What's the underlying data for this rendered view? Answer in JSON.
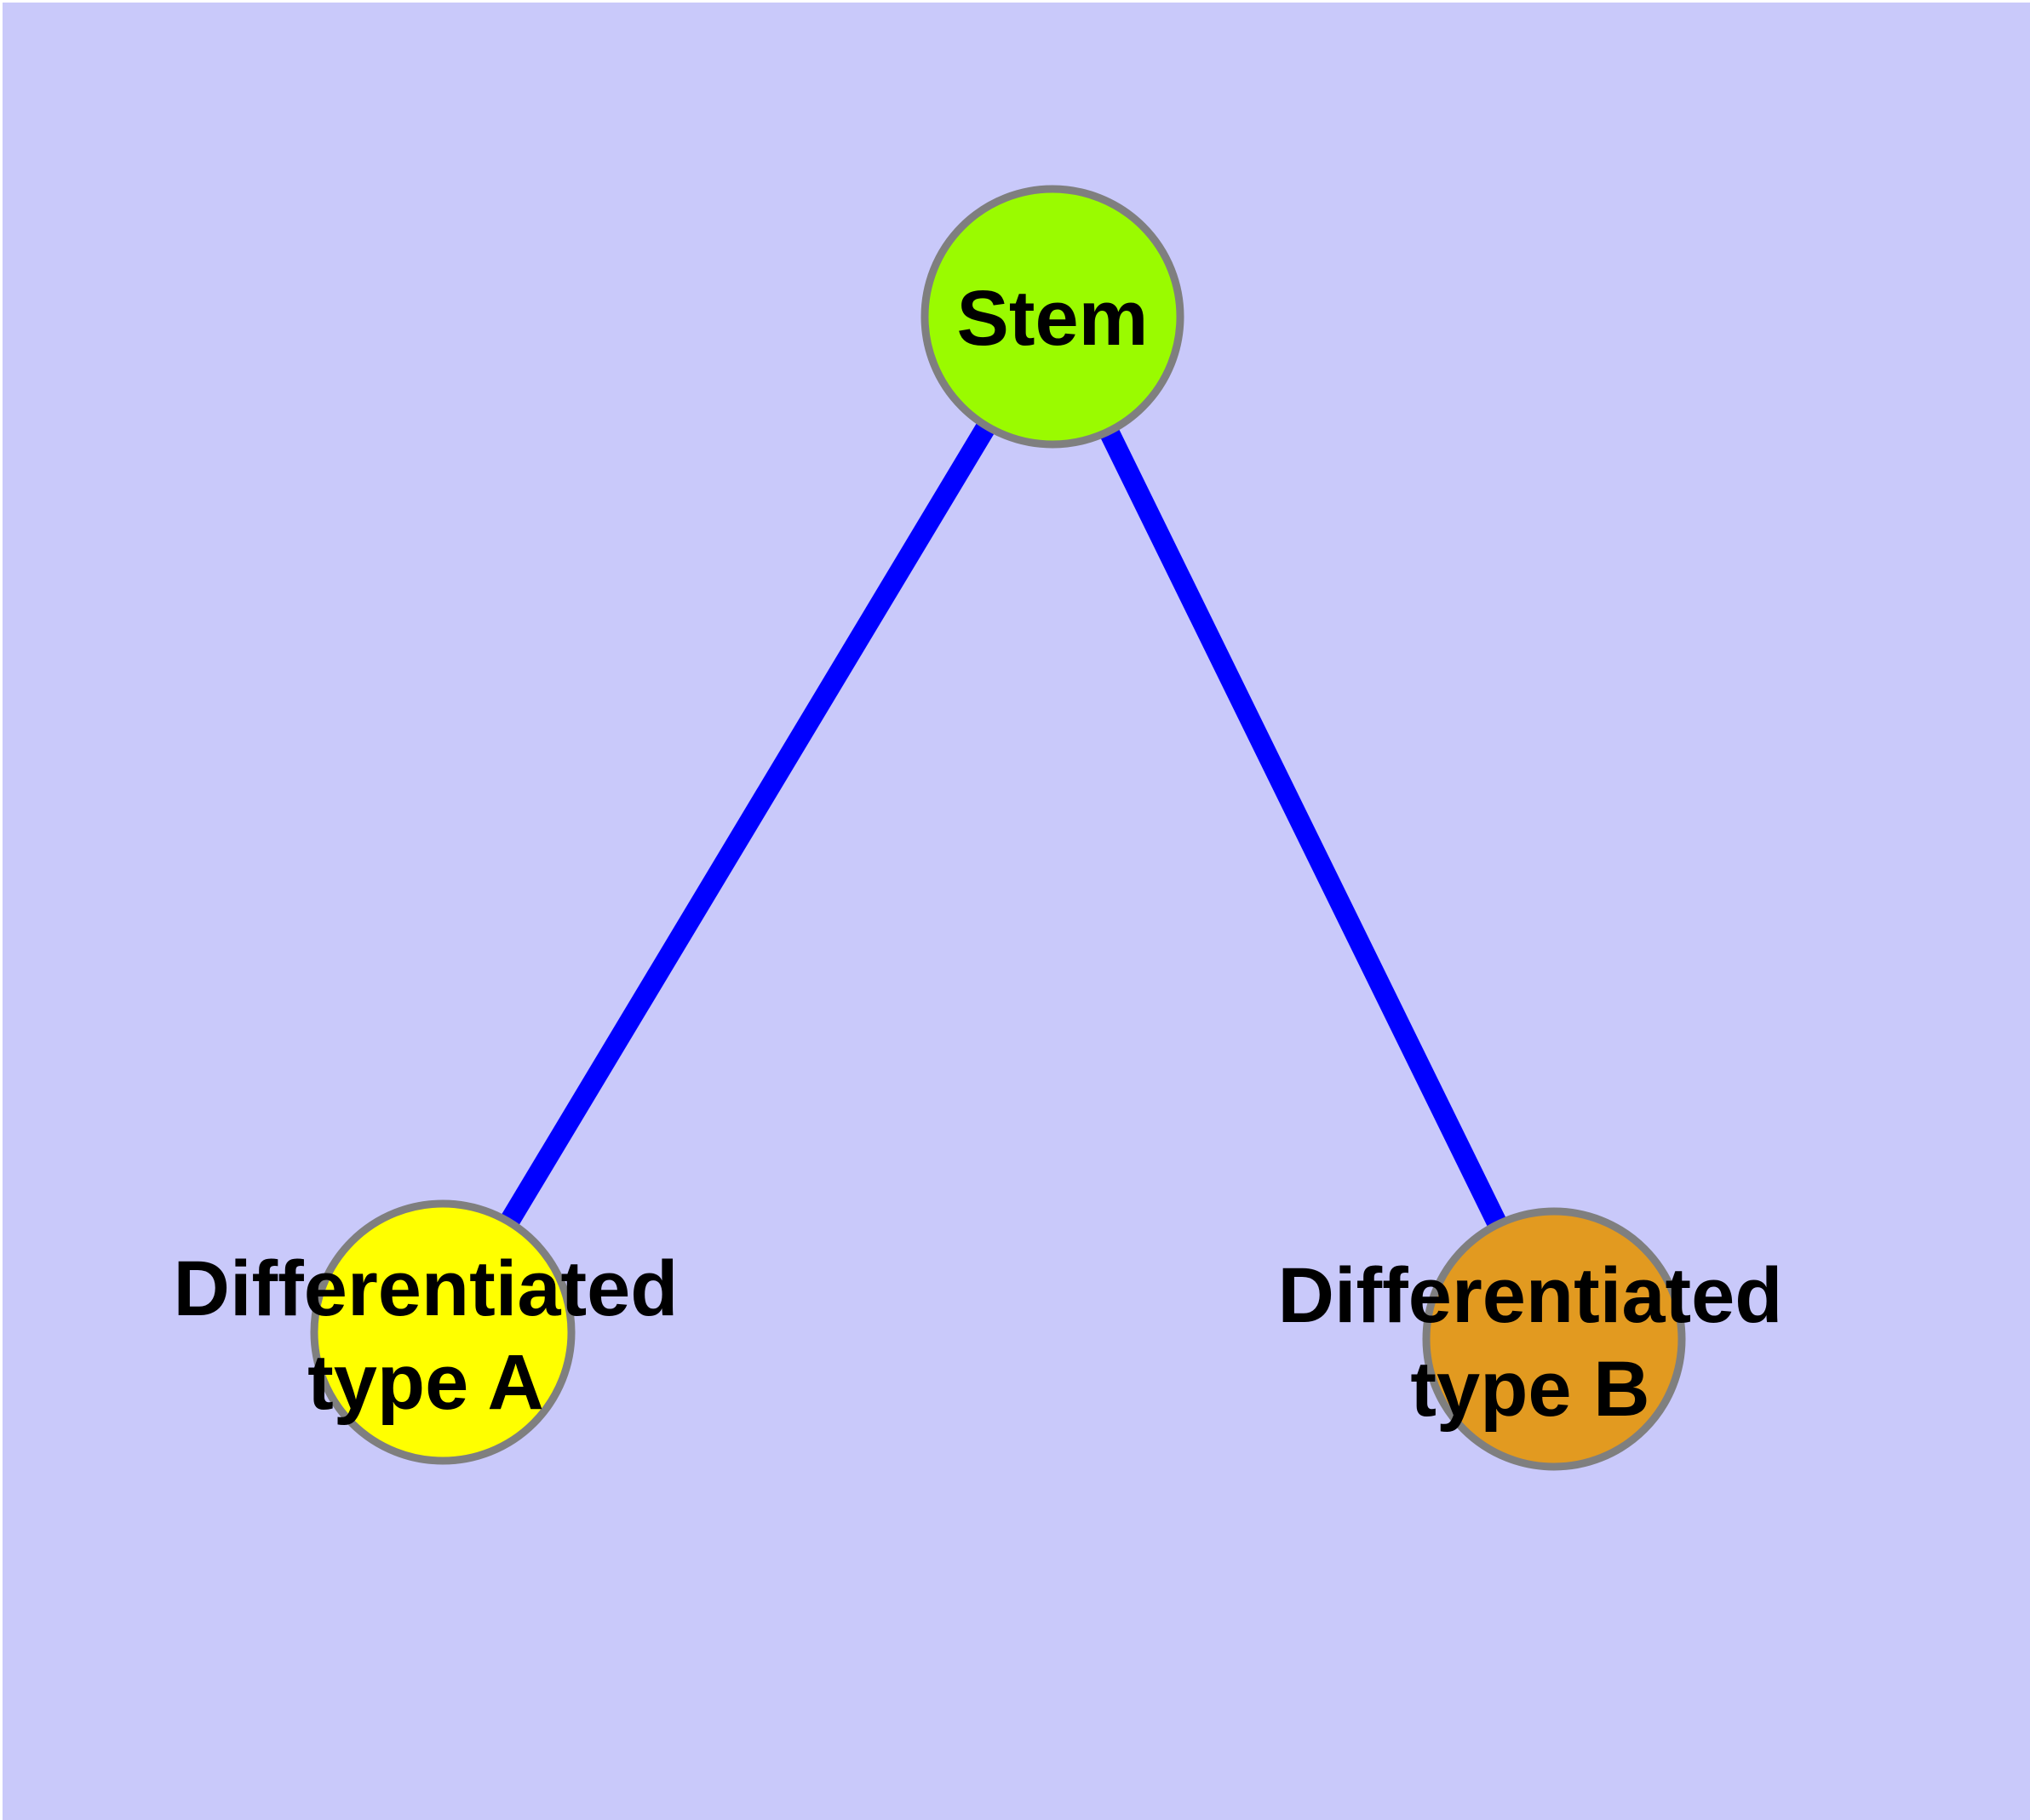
{
  "diagram": {
    "background_color": "#c9c9fa",
    "edge_color": "#0000ff",
    "node_border_color": "#7f7f7f",
    "nodes": {
      "stem": {
        "label": "Stem",
        "color": "#9afb00"
      },
      "type_a": {
        "label_line1": "Differentiated",
        "label_line2": "type A",
        "color": "#ffff00"
      },
      "type_b": {
        "label_line1": "Differentiated",
        "label_line2": "type B",
        "color": "#e29a20"
      }
    },
    "edges": [
      {
        "from": "Stem",
        "to": "Differentiated type A"
      },
      {
        "from": "Stem",
        "to": "Differentiated type B"
      }
    ]
  }
}
